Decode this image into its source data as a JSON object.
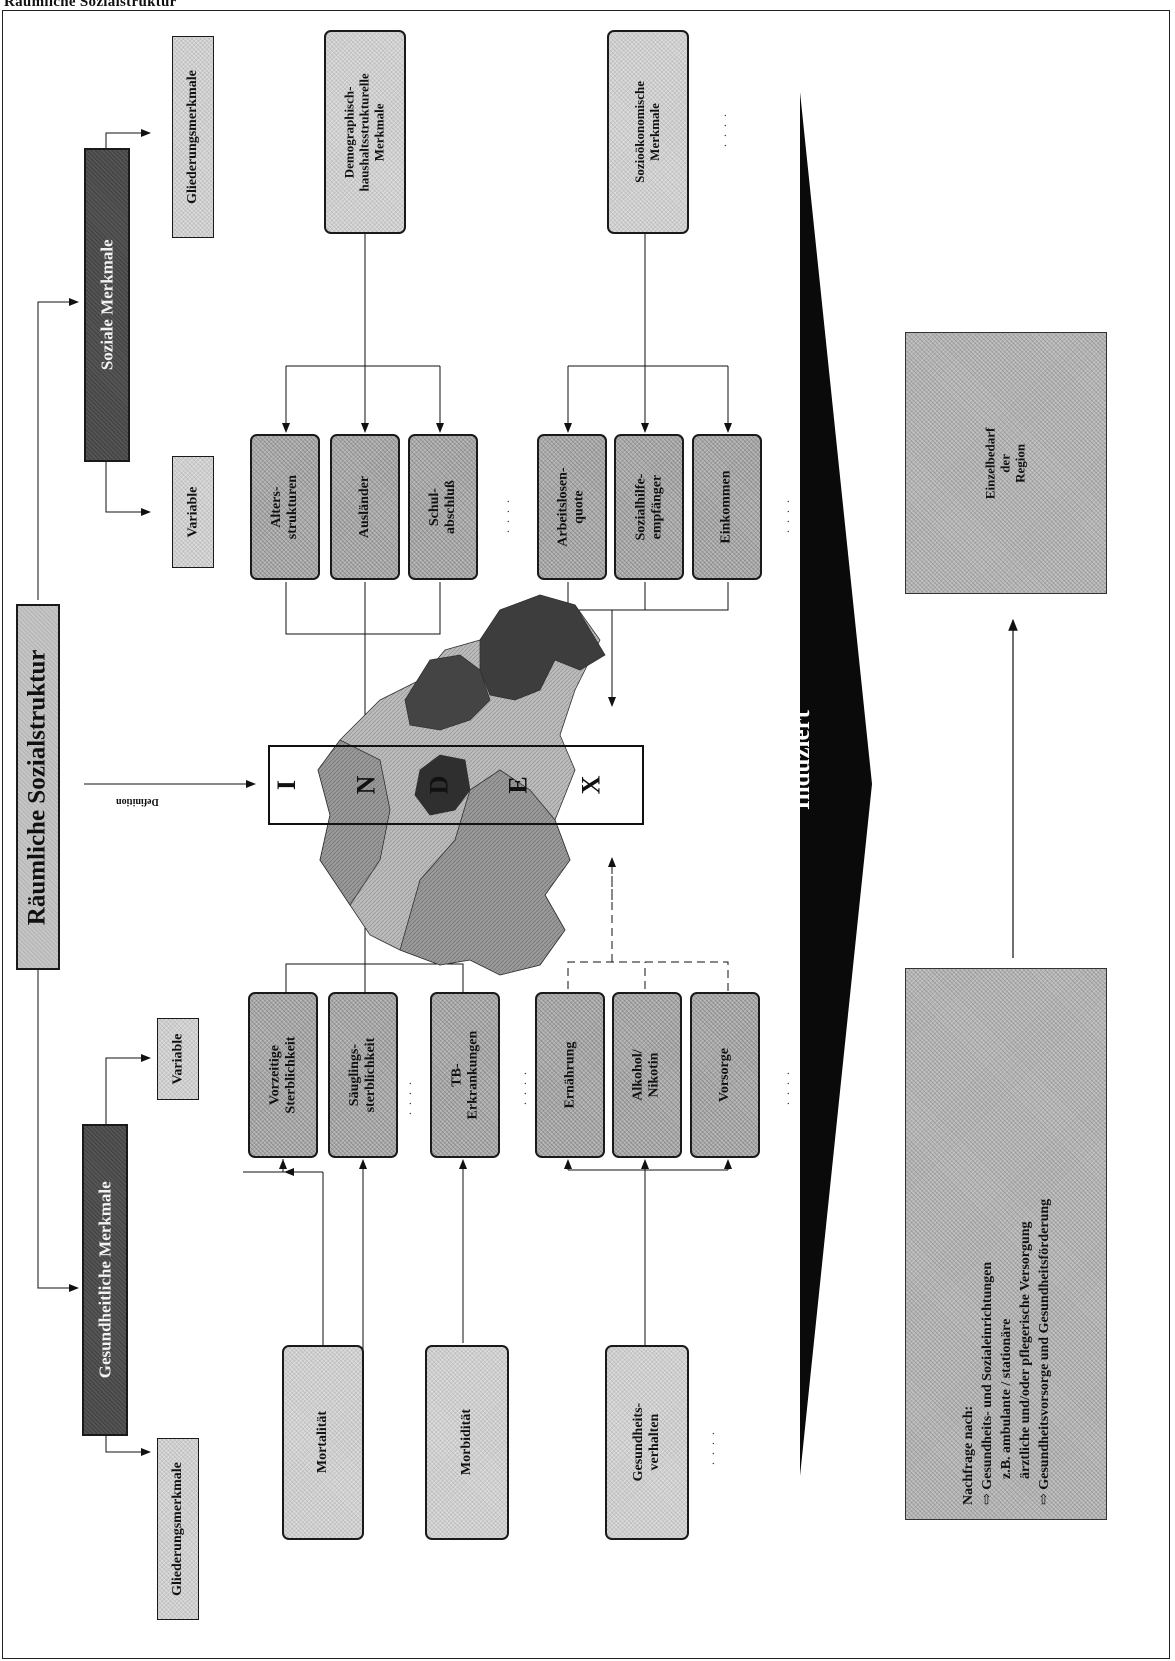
{
  "header_text": "Räumliche Sozialstruktur",
  "title": "Räumliche Sozialstruktur",
  "definition_label": "Definition",
  "branches": {
    "health": "Gesundheitliche Merkmale",
    "social": "Soziale Merkmale"
  },
  "health_side": {
    "gliederung_label": "Gliederungsmerkmale",
    "variable_label": "Variable",
    "categories": [
      "Mortalität",
      "Morbidität",
      "Gesundheits-|verhalten"
    ],
    "variables": [
      "Vorzeitige|Sterblichkeit",
      "Säuglings-|sterblichkeit",
      "TB-|Erkrankungen",
      "Ernährung",
      "Alkohol/|Nikotin",
      "Vorsorge"
    ]
  },
  "social_side": {
    "gliederung_label": "Gliederungsmerkmale",
    "variable_label": "Variable",
    "categories": [
      "Demographisch-|haushaltsstrukturelle|Merkmale",
      "Sozioökonomische|Merkmale"
    ],
    "variables": [
      "Alters-|strukturen",
      "Ausländer",
      "Schul-|abschluß",
      "Arbeitslosen-|quote",
      "Sozialhilfe-|empfänger",
      "Einkommen"
    ]
  },
  "index_letters": [
    "I",
    "N",
    "D",
    "E",
    "X"
  ],
  "index_word": "INDEX",
  "arrow_label": "Induziert",
  "demand": {
    "intro": "Nachfrage nach:",
    "lines": [
      "⇨ Gesundheits- und Sozialeinrichtungen",
      "z.B. ambulante / stationäre",
      "ärztliche und/oder pflegerische Versorgung",
      "⇨ Gesundheitsvorsorge und Gesundheitsförderung"
    ]
  },
  "region_need": "Einzelbedarf|der|Region",
  "ellipsis": ". . . ."
}
